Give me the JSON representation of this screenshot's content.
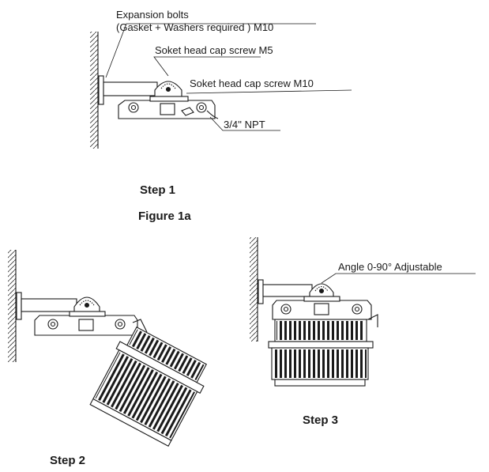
{
  "figure": {
    "caption": "Figure 1a"
  },
  "step1": {
    "title": "Step 1",
    "labels": {
      "expansion_bolts_line1": "Expansion bolts",
      "expansion_bolts_line2": "(Gasket + Washers required ) M10",
      "screw_m5": "Soket head cap screw M5",
      "screw_m10": "Soket head cap screw M10",
      "npt": "3/4'' NPT"
    }
  },
  "step2": {
    "title": "Step 2"
  },
  "step3": {
    "title": "Step 3",
    "labels": {
      "angle": "Angle 0-90° Adjustable"
    }
  }
}
